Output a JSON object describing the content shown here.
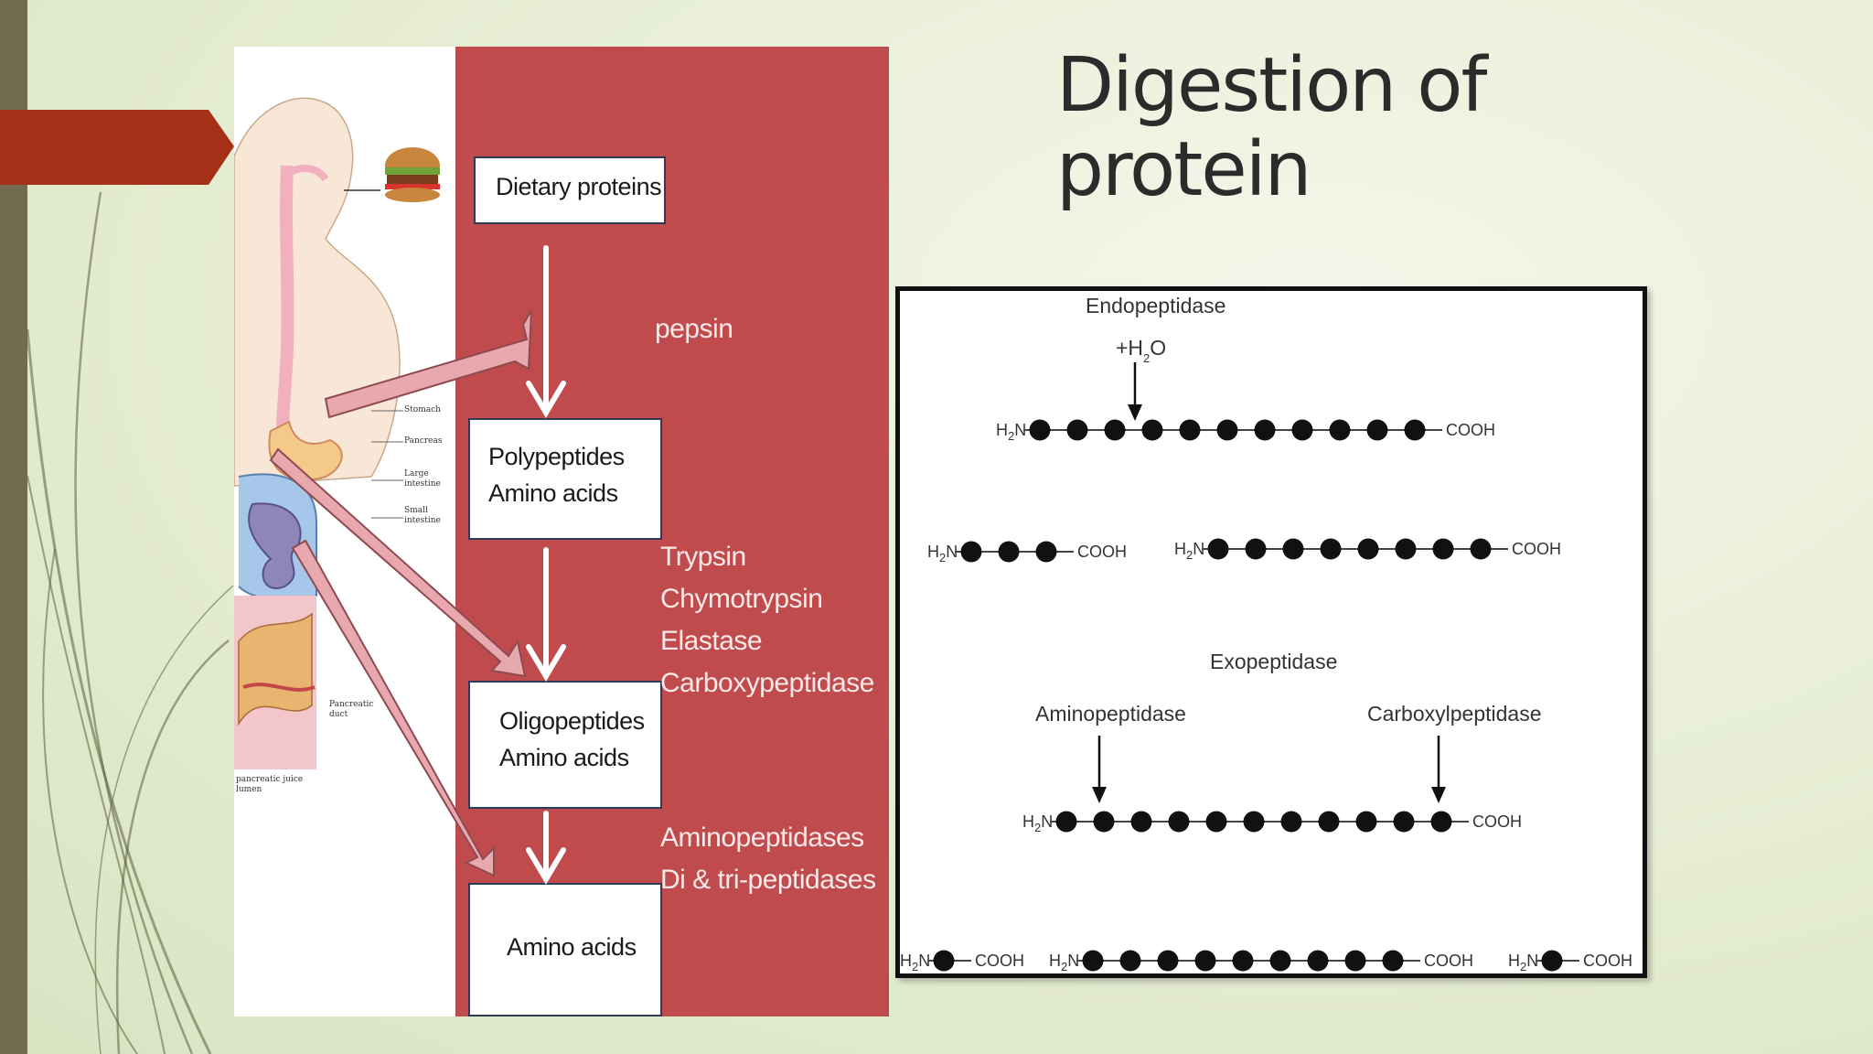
{
  "slide": {
    "title_line1": "Digestion of",
    "title_line2": "protein"
  },
  "flowchart": {
    "boxes": [
      {
        "line1": "Dietary proteins",
        "line2": ""
      },
      {
        "line1": "Polypeptides",
        "line2": "Amino acids"
      },
      {
        "line1": "Oligopeptides",
        "line2": "Amino acids"
      },
      {
        "line1": "Amino acids",
        "line2": ""
      }
    ],
    "enzymes_stomach": [
      "pepsin"
    ],
    "enzymes_pancreas": [
      "Trypsin",
      "Chymotrypsin",
      "Elastase",
      "Carboxypeptidase"
    ],
    "enzymes_intestine": [
      "Aminopeptidases",
      "Di & tri-peptidases"
    ]
  },
  "anatomy_labels": [
    "Stomach",
    "Pancreas",
    "Large intestine",
    "Small intestine",
    "Pancreatic duct",
    "pancreatic juice lumen"
  ],
  "enzyme_diagram": {
    "endopeptidase": "Endopeptidase",
    "water_prefix": "+H",
    "water_sub": "2",
    "water_suffix": "O",
    "exopeptidase": "Exopeptidase",
    "aminopeptidase": "Aminopeptidase",
    "carboxylpeptidase": "Carboxylpeptidase",
    "n_terminus": "H",
    "n_sub": "2",
    "n_suffix": "N",
    "c_terminus": "COOH"
  },
  "colors": {
    "accent_tab": "#a63017",
    "red_panel": "#c04b4d",
    "arrow_pink": "#e8a9ae",
    "left_bar": "#736b4f"
  }
}
